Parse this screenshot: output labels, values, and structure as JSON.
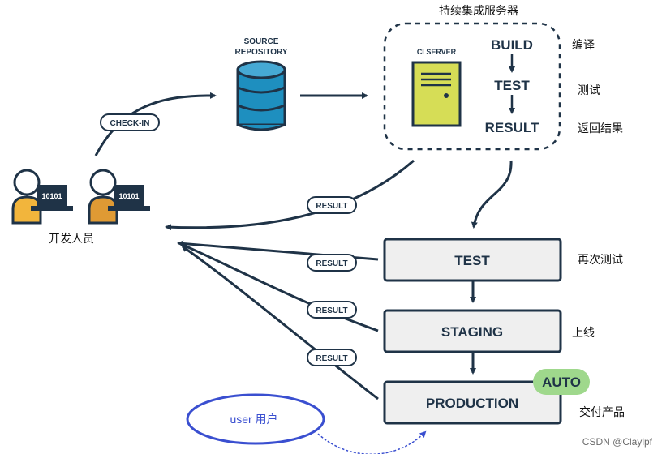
{
  "title": "持续集成服务器",
  "source_repository": [
    "SOURCE",
    "REPOSITORY"
  ],
  "ci_server_label": "CI SERVER",
  "ci_steps": [
    "BUILD",
    "TEST",
    "RESULT"
  ],
  "ci_step_notes": [
    "编译",
    "测试",
    "返回结果"
  ],
  "check_in_label": "CHECK-IN",
  "developers_label": "开发人员",
  "laptop_text": "10101",
  "result_label": "RESULT",
  "stages": [
    "TEST",
    "STAGING",
    "PRODUCTION"
  ],
  "stage_notes": [
    "再次测试",
    "上线",
    "交付产品"
  ],
  "auto_badge": "AUTO",
  "user_annotation": "user 用户",
  "watermark": "CSDN @Claylpf",
  "colors": {
    "navy": "#1f3347",
    "database": "#1e8fbf",
    "server": "#d6dd56",
    "dev_shirt": "#f2b53c",
    "dev_shirt_2": "#df9a34",
    "stage_fill": "#efefef",
    "auto_badge": "#9fd88c",
    "annotation": "#3a4fd0"
  }
}
